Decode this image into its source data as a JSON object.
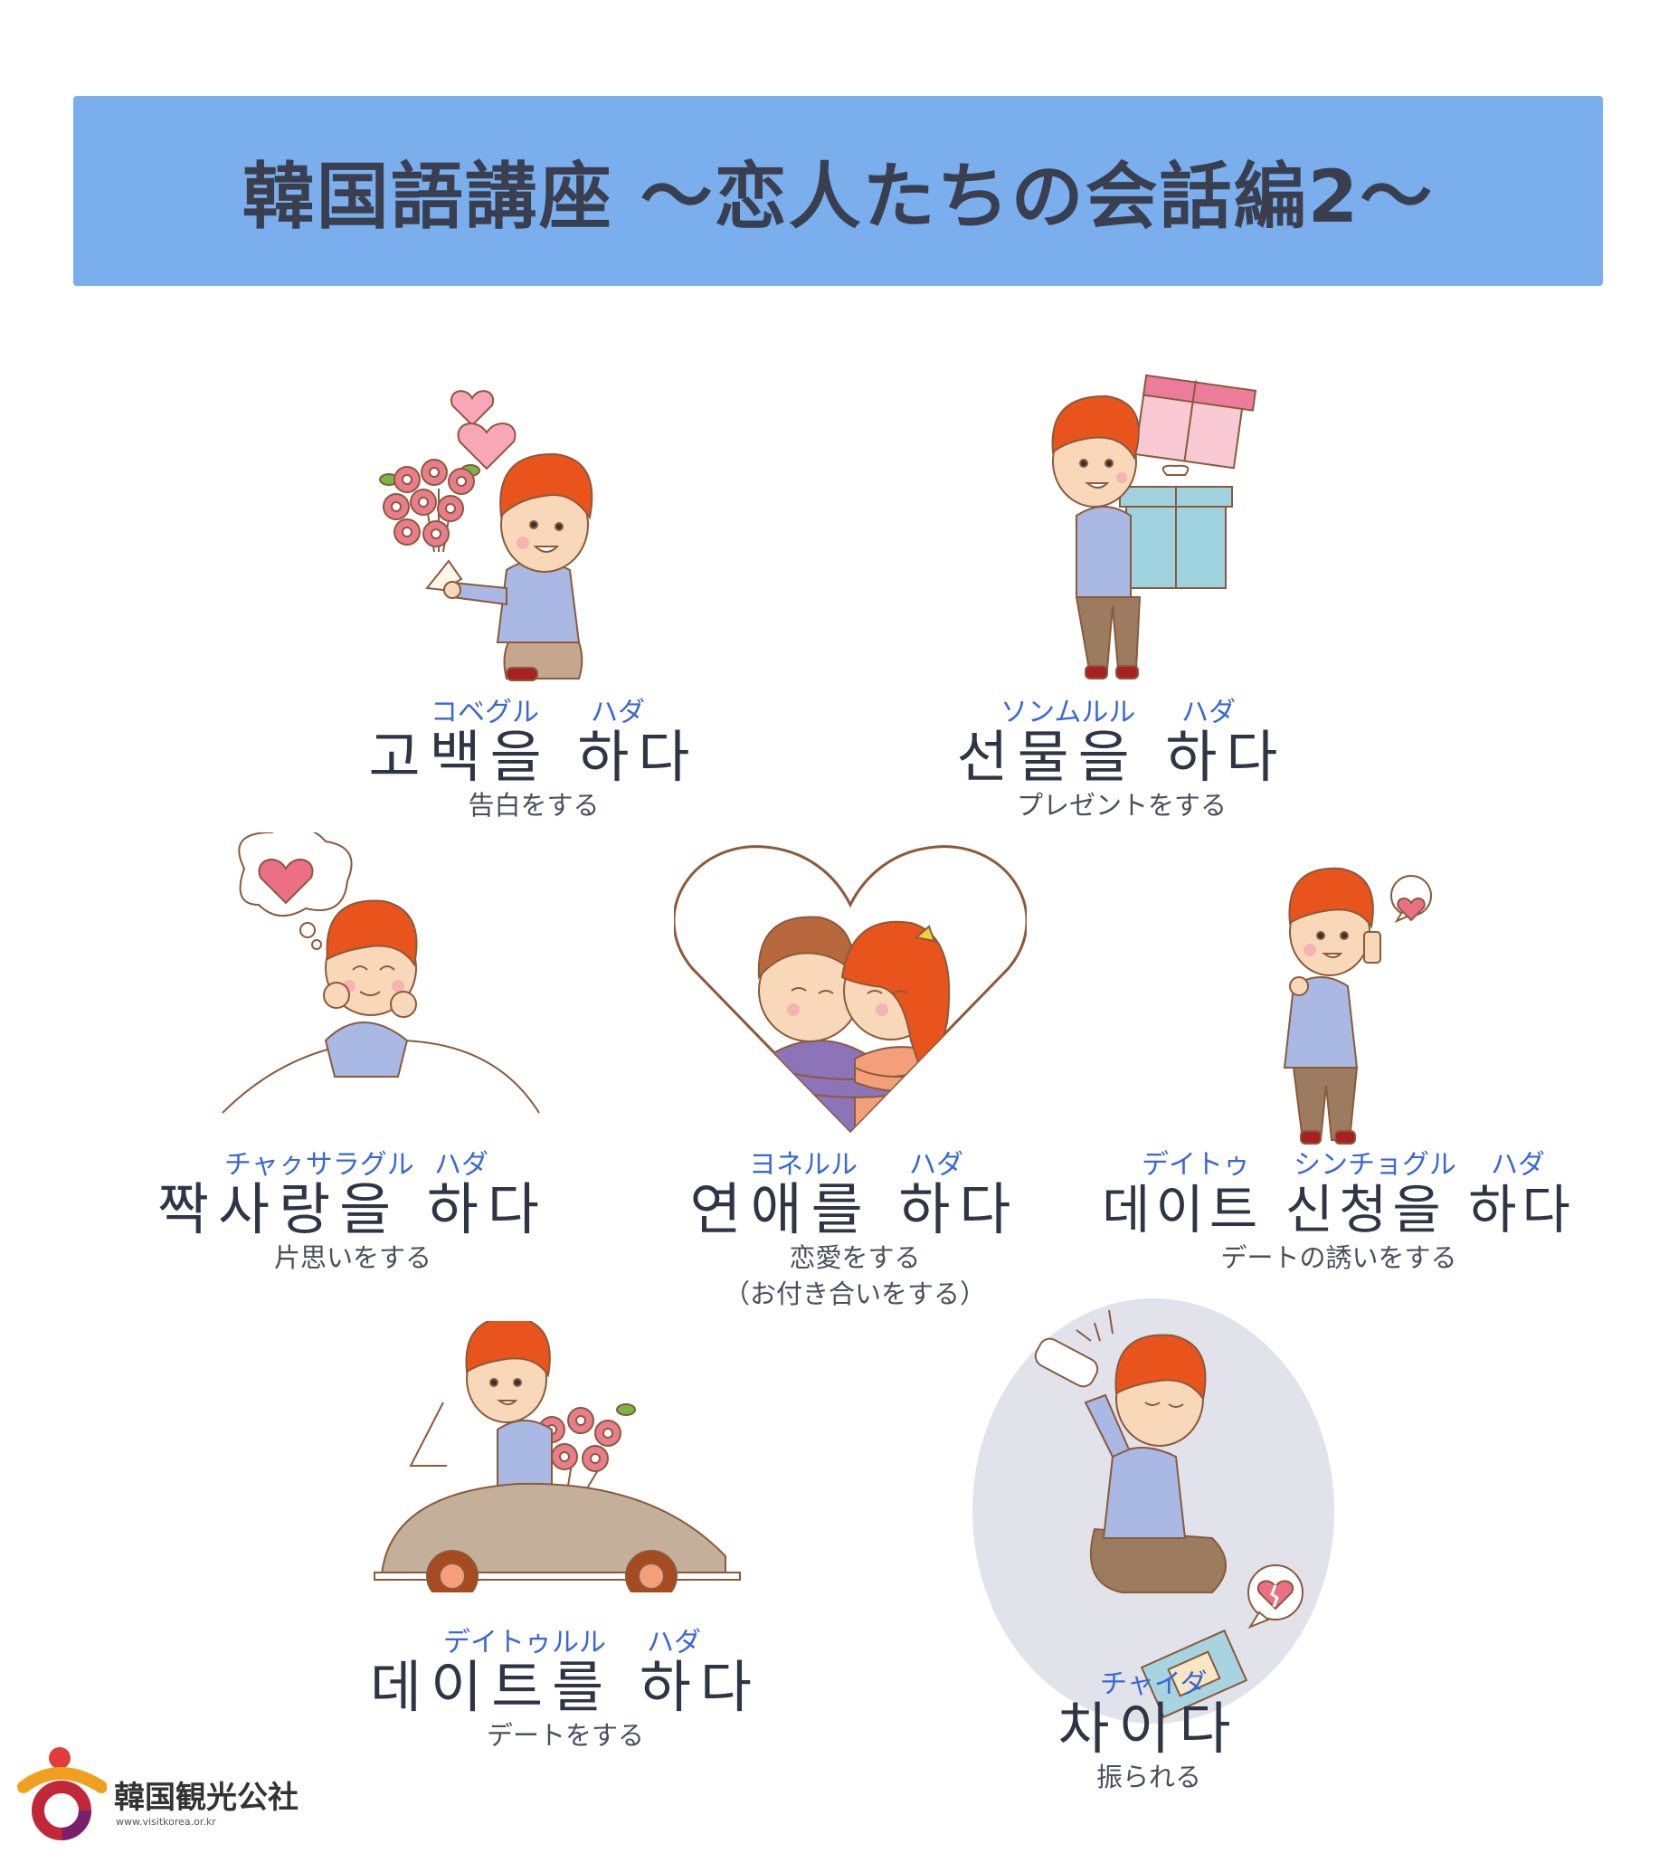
{
  "title": "韓国語講座 ～恋人たちの会話編2～",
  "phrases": [
    {
      "reading_a": "コベグル",
      "reading_b": "ハダ",
      "korean": "고백을 하다",
      "japanese": "告白をする",
      "japanese2": ""
    },
    {
      "reading_a": "ソンムルル",
      "reading_b": "ハダ",
      "korean": "선물을 하다",
      "japanese": "プレゼントをする",
      "japanese2": ""
    },
    {
      "reading_a": "チャㇰサラグル",
      "reading_b": "ハダ",
      "korean": "짝사랑을 하다",
      "japanese": "片思いをする",
      "japanese2": ""
    },
    {
      "reading_a": "ヨネルル",
      "reading_b": "ハダ",
      "korean": "연애를 하다",
      "japanese": "恋愛をする",
      "japanese2": "（お付き合いをする）"
    },
    {
      "reading_a": "デイトゥ",
      "reading_b": "シンチョグル",
      "reading_c": "ハダ",
      "korean": "데이트 신청을 하다",
      "japanese": "デートの誘いをする",
      "japanese2": ""
    },
    {
      "reading_a": "デイトゥルル",
      "reading_b": "ハダ",
      "korean": "데이트를 하다",
      "japanese": "デートをする",
      "japanese2": ""
    },
    {
      "reading_a": "チャイダ",
      "reading_b": "",
      "korean": "차이다",
      "japanese": "振られる",
      "japanese2": ""
    }
  ],
  "logo": {
    "name": "韓国観光公社",
    "url": "www.visitkorea.or.kr"
  },
  "colors": {
    "banner": "#7aaeed",
    "reading": "#3a67d6",
    "hair": "#e8541c",
    "shirt": "#aab8e4"
  }
}
